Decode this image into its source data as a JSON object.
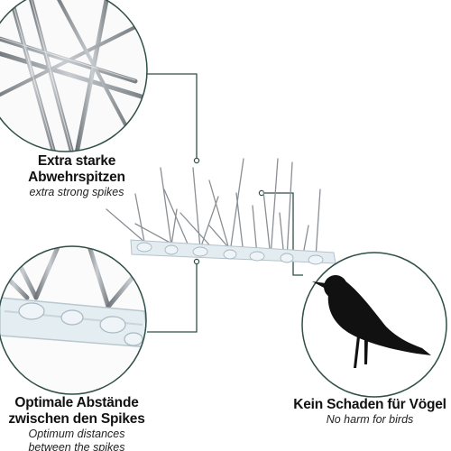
{
  "captions": {
    "top_left": {
      "title_line1": "Extra starke",
      "title_line2": "Abwehrspitzen",
      "subtitle": "extra strong spikes"
    },
    "bottom_left": {
      "title_line1": "Optimale Abstände",
      "title_line2": "zwischen den Spikes",
      "subtitle_line1": "Optimum distances",
      "subtitle_line2": "between the spikes"
    },
    "bottom_right": {
      "title": "Kein Schaden für Vögel",
      "subtitle": "No harm for birds"
    }
  },
  "colors": {
    "circle_border": "#2f4f48",
    "callout_line": "#2f4f48",
    "spike_metal": "#8a8f94",
    "base_plastic": "#dfe8ee",
    "bird": "#111111"
  },
  "icons": [
    "bird-silhouette-icon"
  ]
}
